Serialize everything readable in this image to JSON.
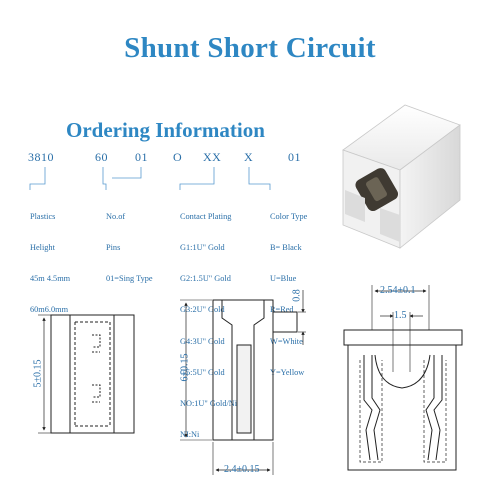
{
  "title": "Shunt Short Circuit",
  "subtitle": "Ordering Information",
  "part_code": {
    "segments": [
      "3810",
      "60",
      "01",
      "O",
      "XX",
      "X",
      "01"
    ]
  },
  "fields": {
    "plastics": {
      "heading": "Plastics",
      "lines": [
        "Helight",
        "45m 4.5mm",
        "60m6.0mm"
      ]
    },
    "pins": {
      "heading": "No.of",
      "lines": [
        "Pins",
        "01=Sing Type"
      ]
    },
    "plating": {
      "heading": "Contact Plating",
      "lines": [
        "G1:1U\" Gold",
        "G2:1.5U\" Gold",
        "G3:2U\" Gold",
        "G4:3U\" Gold",
        "G5:5U\" Gold",
        "NO:1U\" Gold/Ni",
        "NI:Ni"
      ]
    },
    "color": {
      "heading": "Color Type",
      "lines": [
        "B= Black",
        "U=Blue",
        "R=Red",
        "W=White",
        "Y=Yellow"
      ]
    }
  },
  "dimensions": {
    "side_height": "5±0.15",
    "front_height": "6±0.15",
    "front_width": "2.4±0.15",
    "tab": "0.8",
    "pitch": "2.54±0.1",
    "slot": "1.5"
  },
  "colors": {
    "accent": "#2e87c3",
    "text": "#2a6fa8",
    "line": "#222222"
  }
}
